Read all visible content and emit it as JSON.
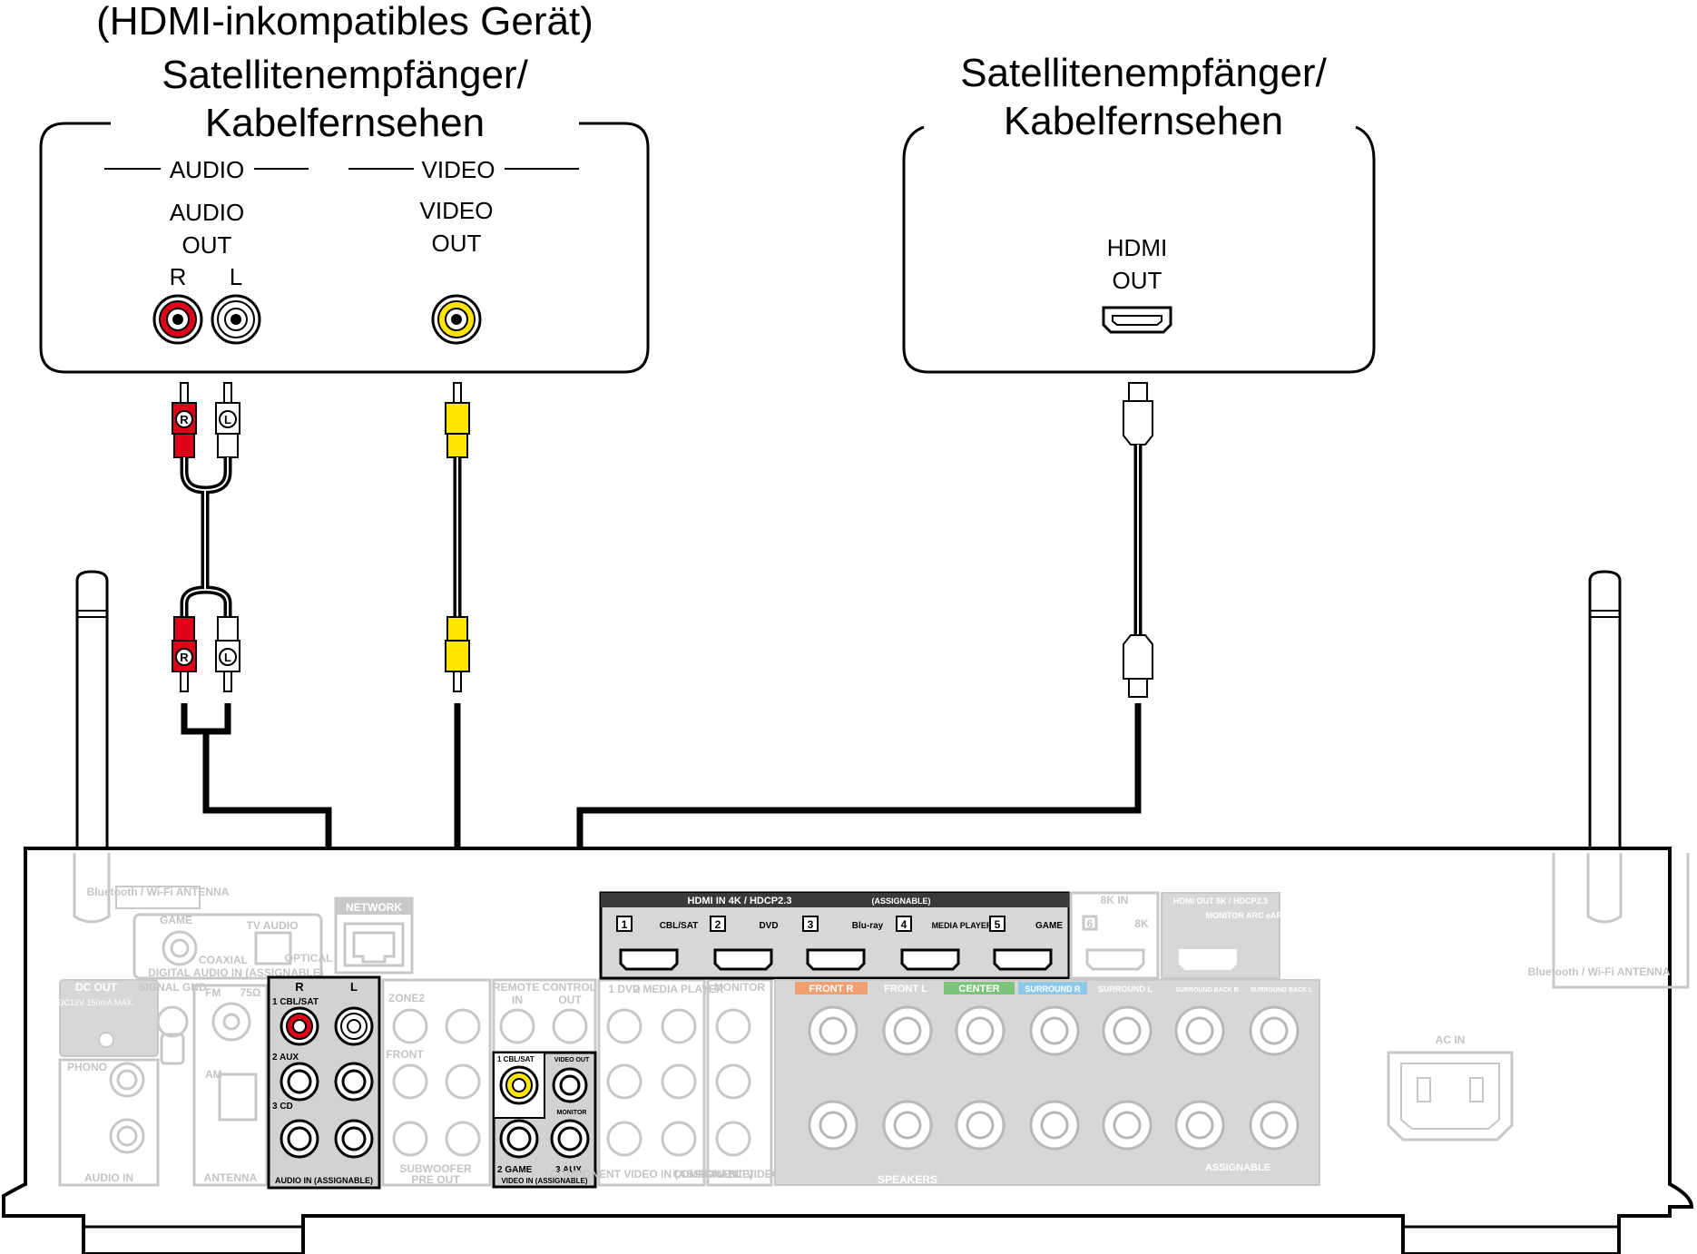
{
  "left_device": {
    "qualifier": "(HDMI-inkompatibles Gerät)",
    "title_line1": "Satellitenempfänger/",
    "title_line2": "Kabelfernsehen",
    "audio_group_label": "AUDIO",
    "video_group_label": "VIDEO",
    "audio_out_line1": "AUDIO",
    "audio_out_line2": "OUT",
    "video_out_line1": "VIDEO",
    "video_out_line2": "OUT",
    "channel_r": "R",
    "channel_l": "L"
  },
  "right_device": {
    "title_line1": "Satellitenempfänger/",
    "title_line2": "Kabelfernsehen",
    "hdmi_out_line1": "HDMI",
    "hdmi_out_line2": "OUT"
  },
  "cable_plugs": {
    "r": "R",
    "l": "L"
  },
  "receiver": {
    "hdmi_in_header": "HDMI IN   4K / HDCP2.3",
    "hdmi_in_assignable": "(ASSIGNABLE)",
    "hdmi_inputs": [
      {
        "num": "1",
        "name": "CBL/SAT"
      },
      {
        "num": "2",
        "name": "DVD"
      },
      {
        "num": "3",
        "name": "Blu-ray"
      },
      {
        "num": "4",
        "name": "MEDIA PLAYER"
      },
      {
        "num": "5",
        "name": "GAME"
      }
    ],
    "hdmi_8k_header": "8K IN",
    "hdmi_8k_num": "6",
    "hdmi_8k_name": "8K",
    "hdmi_out_header": "HDMI OUT  8K / HDCP2.3",
    "hdmi_out_sub": "MONITOR ARC eARC",
    "network": "NETWORK",
    "bt_left": "Bluetooth / Wi-Fi ANTENNA",
    "bt_right": "Bluetooth / Wi-Fi ANTENNA",
    "game": "GAME",
    "coaxial": "COAXIAL",
    "tv_audio": "TV AUDIO",
    "optical": "OPTICAL",
    "digital_audio_in": "DIGITAL AUDIO IN (ASSIGNABLE)",
    "dc_out": "DC OUT",
    "dc_spec": "DC12V 150mA MAX.",
    "signal_gnd": "SIGNAL GND",
    "fm": "FM",
    "ohm": "75Ω",
    "am": "AM",
    "antenna": "ANTENNA",
    "phono": "PHONO",
    "audio_in": "AUDIO IN",
    "audio_in_r": "R",
    "audio_in_l": "L",
    "audio_in_row1": "1 CBL/SAT",
    "audio_in_row2": "2 AUX",
    "audio_in_row3": "3 CD",
    "audio_in_assignable": "AUDIO IN (ASSIGNABLE)",
    "zone2": "ZONE2",
    "front": "FRONT",
    "subwoofer": "SUBWOOFER",
    "pre_out": "PRE OUT",
    "remote_control": "REMOTE CONTROL",
    "remote_in": "IN",
    "remote_out": "OUT",
    "video_in_cblsat": "1 CBL/SAT",
    "video_out_label": "VIDEO OUT",
    "monitor_small": "MONITOR",
    "video_in_game": "2 GAME",
    "video_in_aux": "3 AUX",
    "video_in_assignable": "VIDEO IN (ASSIGNABLE)",
    "comp_dvd": "1 DVD",
    "comp_media": "2 MEDIA PLAYER",
    "comp_video_in": "COMPONENT VIDEO IN (ASSIGNABLE)",
    "monitor": "MONITOR",
    "comp_video_out": "COMPONENT VIDEO OUT",
    "speakers_front_r": "FRONT R",
    "speakers_front_l": "FRONT L",
    "speakers_center": "CENTER",
    "speakers_surround_r": "SURROUND R",
    "speakers_surround_l": "SURROUND L",
    "speakers_sb_r": "SURROUND BACK R",
    "speakers_sb_l": "SURROUND BACK L",
    "speakers": "SPEAKERS",
    "assignable": "ASSIGNABLE",
    "ac_in": "AC IN"
  },
  "colors": {
    "audio_r": "#e0001a",
    "video": "#ffe600",
    "panel_gray": "#c8c8c8",
    "orange_label": "#f0a070",
    "green_label": "#7cc47c",
    "blue_label": "#90c8e8"
  }
}
